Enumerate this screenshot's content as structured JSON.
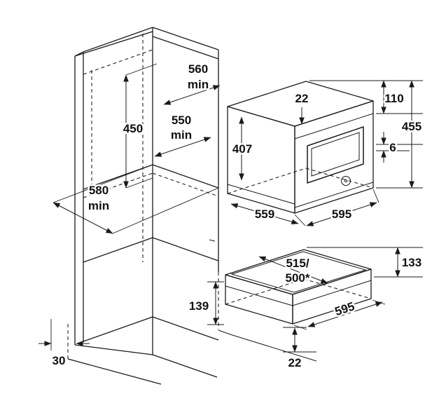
{
  "colors": {
    "line": "#1a1a1a",
    "background": "#ffffff",
    "text": "#111111"
  },
  "diagram": {
    "cabinet": {
      "niche_width": "560",
      "niche_width_unit": "min",
      "niche_height": "450",
      "niche_depth": "550",
      "niche_depth_unit": "min",
      "unit_depth": "580",
      "unit_depth_unit": "min",
      "plinth_recess": "30"
    },
    "oven": {
      "top_setback": "22",
      "control_panel_height": "110",
      "total_height": "455",
      "trim_gap": "6",
      "body_height": "407",
      "body_depth": "559",
      "width": "595"
    },
    "drawer": {
      "depth_primary": "515/",
      "depth_secondary": "500*",
      "front_height": "133",
      "niche_height": "139",
      "width": "595",
      "bottom_clearance": "22"
    }
  }
}
